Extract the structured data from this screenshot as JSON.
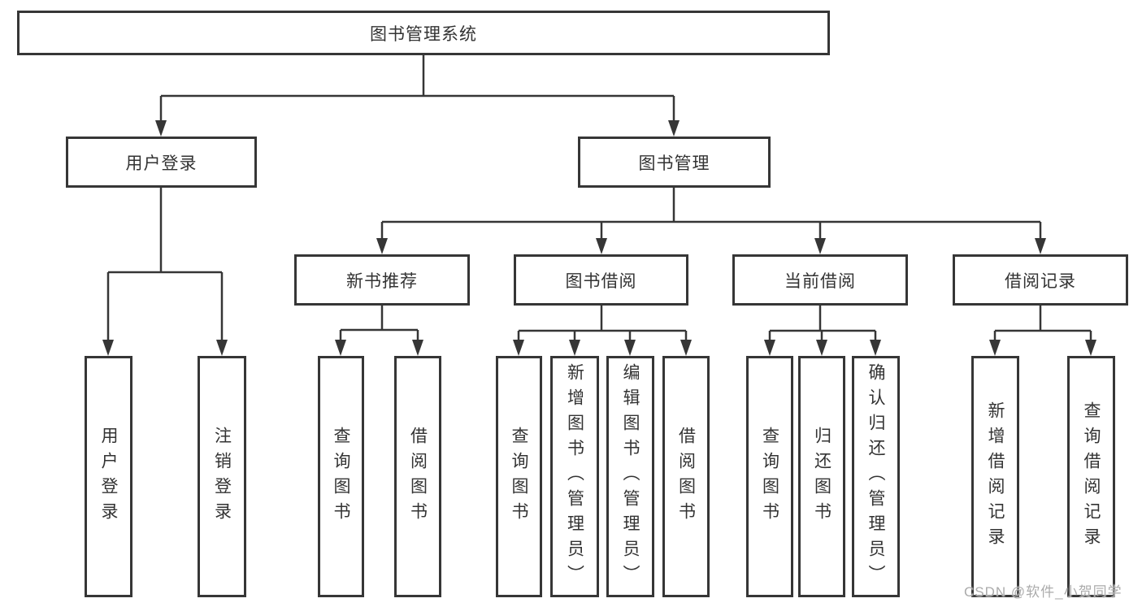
{
  "colors": {
    "line": "#363636",
    "box_border": "#363636",
    "text": "#333333",
    "background": "#ffffff",
    "watermark_text": "#ababab"
  },
  "nodes": {
    "root": "图书管理系统",
    "user_login": "用户登录",
    "book_management": "图书管理",
    "new_book_recommend": "新书推荐",
    "book_borrow": "图书借阅",
    "current_borrow": "当前借阅",
    "borrow_records": "借阅记录",
    "leaf_user_login": "用户登录",
    "leaf_logout": "注销登录",
    "rec_query_books": "查询图书",
    "rec_borrow_books": "借阅图书",
    "bb_query_books": "查询图书",
    "bb_add_books_admin": "新增图书（管理员）",
    "bb_edit_books_admin": "编辑图书（管理员）",
    "bb_borrow_books": "借阅图书",
    "cb_query_books": "查询图书",
    "cb_return_books": "归还图书",
    "cb_confirm_return_admin": "确认归还（管理员）",
    "br_add_record": "新增借阅记录",
    "br_query_record": "查询借阅记录"
  },
  "tree": {
    "label": "图书管理系统",
    "children": [
      {
        "label": "用户登录",
        "children": [
          {
            "label": "用户登录"
          },
          {
            "label": "注销登录"
          }
        ]
      },
      {
        "label": "图书管理",
        "children": [
          {
            "label": "新书推荐",
            "children": [
              {
                "label": "查询图书"
              },
              {
                "label": "借阅图书"
              }
            ]
          },
          {
            "label": "图书借阅",
            "children": [
              {
                "label": "查询图书"
              },
              {
                "label": "新增图书（管理员）"
              },
              {
                "label": "编辑图书（管理员）"
              },
              {
                "label": "借阅图书"
              }
            ]
          },
          {
            "label": "当前借阅",
            "children": [
              {
                "label": "查询图书"
              },
              {
                "label": "归还图书"
              },
              {
                "label": "确认归还（管理员）"
              }
            ]
          },
          {
            "label": "借阅记录",
            "children": [
              {
                "label": "新增借阅记录"
              },
              {
                "label": "查询借阅记录"
              }
            ]
          }
        ]
      }
    ]
  },
  "watermark": "CSDN @软件_小贺同学"
}
